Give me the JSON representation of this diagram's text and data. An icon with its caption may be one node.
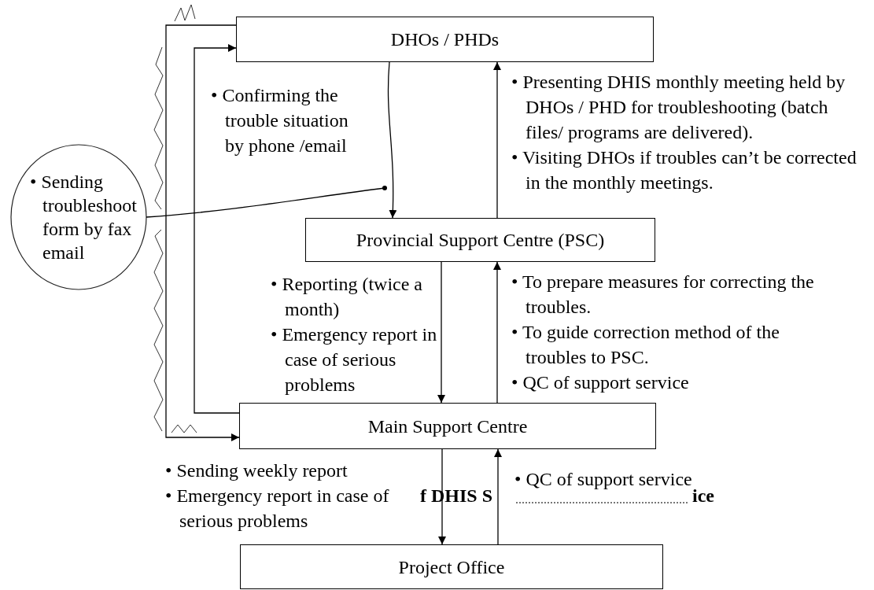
{
  "diagram": {
    "nodes": [
      {
        "text": [
          "DHOs / PHDs"
        ]
      },
      {
        "text": [
          "Provincial Support Centre (PSC)"
        ]
      },
      {
        "text": [
          "Main Support Centre"
        ]
      },
      {
        "text": [
          "Project Office"
        ]
      },
      {
        "text": [
          "• Sending troubleshoot form by fax email"
        ]
      }
    ],
    "edges": [
      {
        "from": 0,
        "to": 1,
        "arrow": "to"
      },
      {
        "from": 1,
        "to": 0,
        "arrow": "to"
      },
      {
        "from": 1,
        "to": 2,
        "arrow": "to"
      },
      {
        "from": 2,
        "to": 1,
        "arrow": "to"
      },
      {
        "from": 2,
        "to": 3,
        "arrow": "to"
      },
      {
        "from": 3,
        "to": 2,
        "arrow": "to"
      },
      {
        "from": 2,
        "to": 0,
        "arrow": "to"
      },
      {
        "from": 0,
        "to": 2,
        "arrow": "to"
      },
      {
        "from": 4,
        "to": null,
        "arrow": "other"
      }
    ],
    "labels": [
      "• Confirming the trouble situation by phone /email",
      "• Presenting DHIS monthly meeting held by DHOs / PHD for troubleshooting (batch files/ programs are delivered).",
      "• Visiting DHOs if troubles can’t be corrected in the monthly meetings.",
      "• Reporting (twice a month)",
      "• Emergency report in case of serious problems",
      "• To prepare measures for correcting the troubles.",
      "• To guide correction method of the troubles to PSC.",
      "• QC of support service",
      "• Sending weekly report",
      "• Emergency report in case of serious problems",
      "• QC of support service",
      "f DHIS S",
      "ice"
    ]
  }
}
